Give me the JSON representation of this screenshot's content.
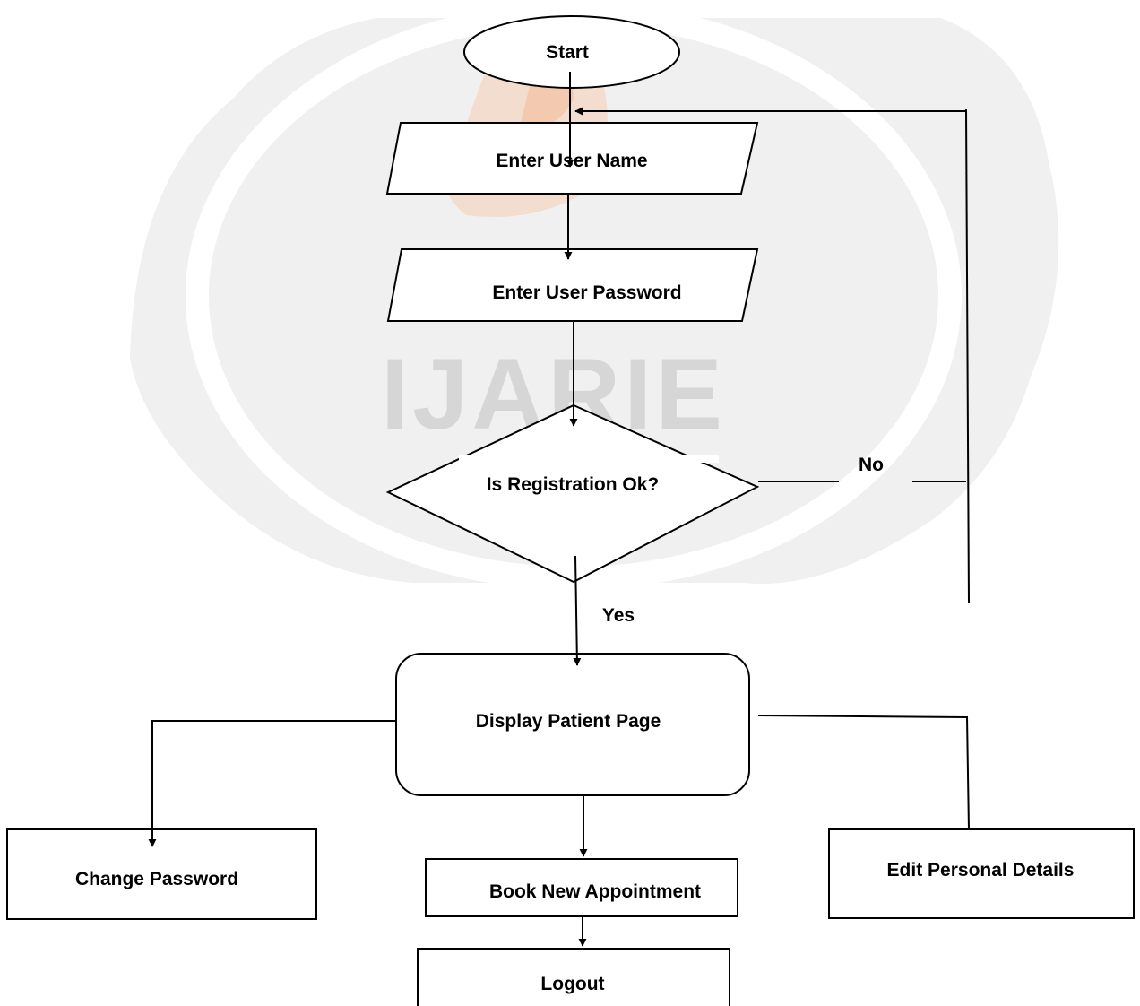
{
  "watermark": {
    "text": "IJARIE",
    "seal_color": "#ededed",
    "accent_color": "#f6cdb4"
  },
  "nodes": {
    "start": "Start",
    "enter_username": "Enter User Name",
    "enter_password": "Enter User Password",
    "decision": "Is Registration Ok?",
    "display_patient": "Display Patient Page",
    "change_password": "Change Password",
    "book_appointment": "Book New Appointment",
    "edit_details": "Edit Personal Details",
    "logout": "Logout"
  },
  "edges": {
    "no_label": "No",
    "yes_label": "Yes"
  },
  "colors": {
    "stroke": "#000000",
    "fill": "#ffffff"
  }
}
